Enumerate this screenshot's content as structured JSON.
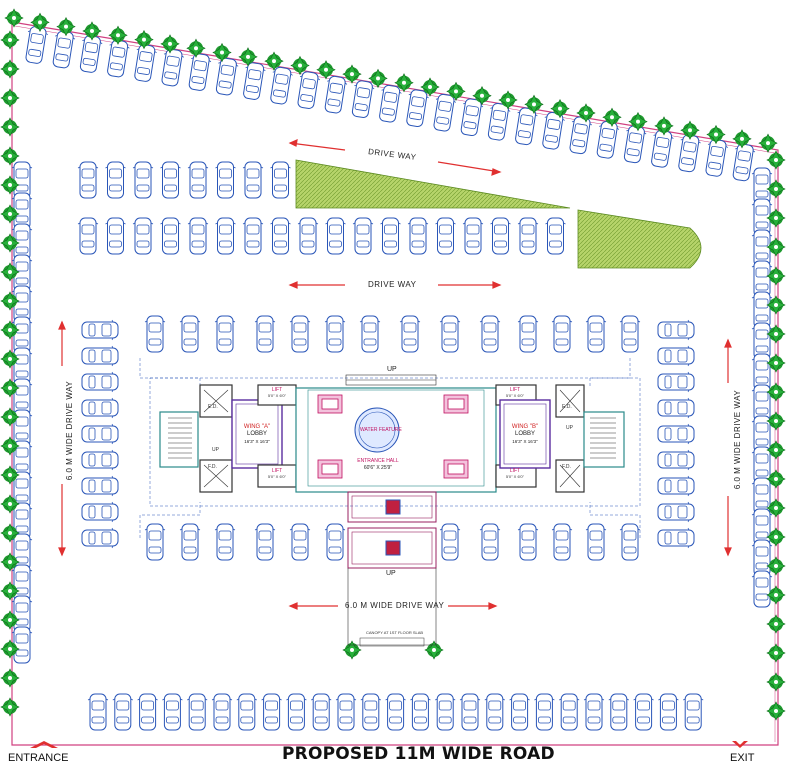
{
  "labels": {
    "driveway_top": "DRIVE WAY",
    "driveway_middle": "DRIVE WAY",
    "driveway_side_left": "6.0 M WIDE DRIVE WAY",
    "driveway_side_right": "6.0 M WIDE DRIVE WAY",
    "driveway_bottom": "6.0 M WIDE DRIVE WAY",
    "road": "PROPOSED 11M WIDE ROAD",
    "entrance": "ENTRANCE",
    "exit": "EXIT",
    "up_top": "UP",
    "up_bottom": "UP",
    "up_stair_left": "UP",
    "up_stair_right": "UP",
    "wing_a": "WING \"A\"",
    "wing_a_room": "LOBBY",
    "wing_a_size": "16'3\" X 16'3\"",
    "wing_b": "WING \"B\"",
    "wing_b_room": "LOBBY",
    "wing_b_size": "16'3\" X 16'3\"",
    "entrance_hall": "ENTRANCE HALL",
    "entrance_hall_size": "60'6\" X 25'9\"",
    "water_feature": "WATER FEATURE",
    "ed_left": "E.D.",
    "fd_left": "F.D.",
    "ed_right": "E.D.",
    "fd_right": "F.D.",
    "lift_1": "LIFT",
    "lift_2": "LIFT",
    "lift_3": "LIFT",
    "lift_4": "LIFT",
    "lift_size": "5'0\" X 6'0\"",
    "canopy": "CANOPY AT 1ST FLOOR SLAB"
  },
  "colors": {
    "car": "#2a56b8",
    "tree": "#1e9a2e",
    "boundary": "#d04080",
    "arrow": "#e03030",
    "lawn": "#9cc34a",
    "wall": "#2a8a8a"
  }
}
